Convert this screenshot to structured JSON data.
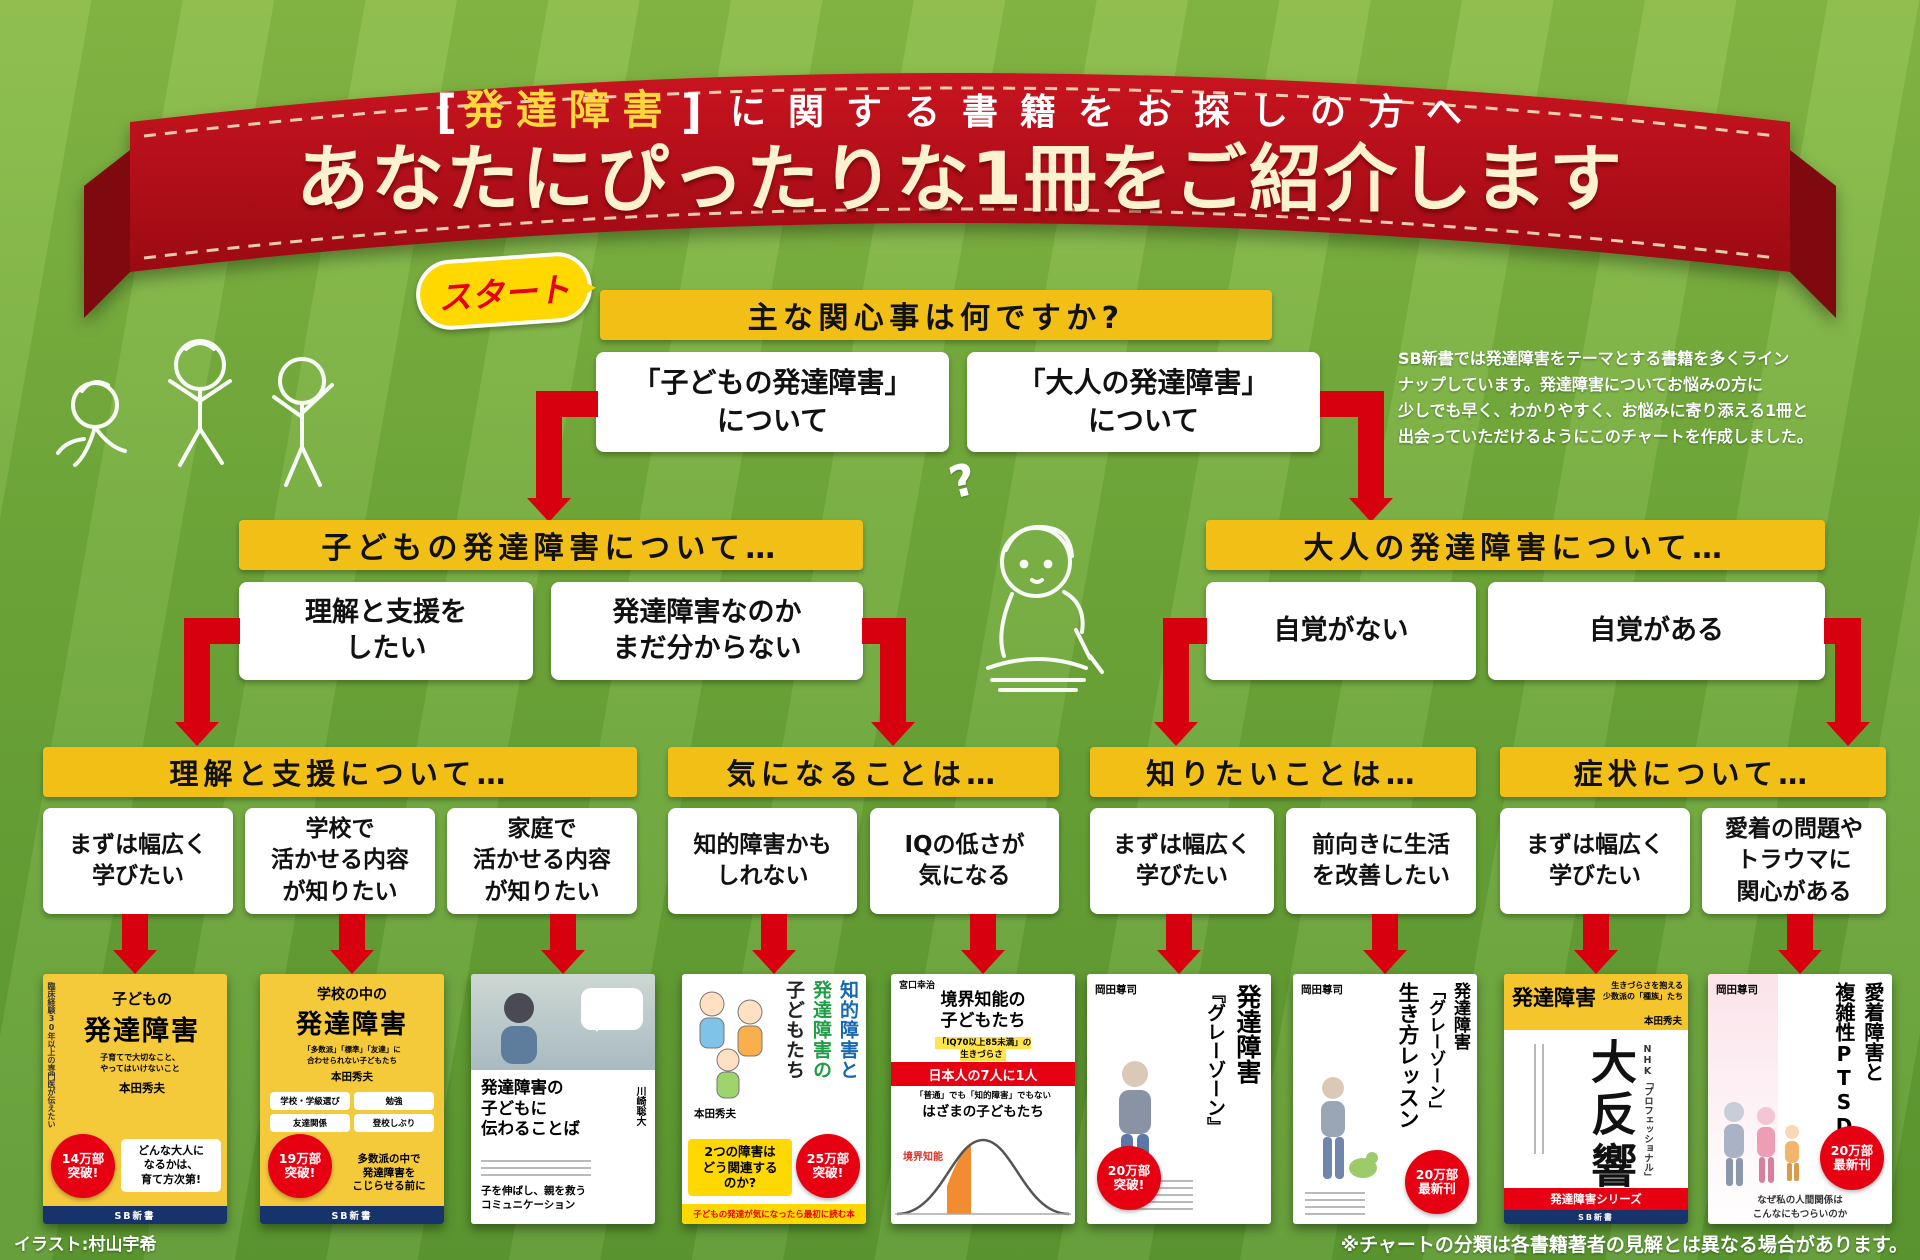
{
  "colors": {
    "accent_red": "#d7000f",
    "accent_yellow": "#f2bf17",
    "grass_green": "#74ac3c",
    "badge_red": "#e60012"
  },
  "banner": {
    "topic_prefix": "[",
    "topic": "発達障害",
    "topic_suffix": "]",
    "subtitle": "に関する書籍をお探しの方へ",
    "title": "あなたにぴったりな1冊をご紹介します"
  },
  "start": {
    "label": "スタート"
  },
  "intro": "SB新書では発達障害をテーマとする書籍を多くライン\nナップしています。発達障害についてお悩みの方に\n少しでも早く、わかりやすく、お悩みに寄り添える1冊と\n出会っていただけるようにこのチャートを作成しました。",
  "boy_qmark": "?",
  "flow": {
    "q_main": "主な関心事は何ですか?",
    "opt_child": "「子どもの発達障害」\nについて",
    "opt_adult": "「大人の発達障害」\nについて",
    "q_child": "子どもの発達障害について…",
    "q_adult": "大人の発達障害について…",
    "opt_support": "理解と支援を\nしたい",
    "opt_notsure": "発達障害なのか\nまだ分からない",
    "opt_unaware": "自覚がない",
    "opt_aware": "自覚がある",
    "q_support": "理解と支援について…",
    "q_concern": "気になることは…",
    "q_want": "知りたいことは…",
    "q_symptom": "症状について…",
    "leaf_broad_child": "まずは幅広く\n学びたい",
    "leaf_school": "学校で\n活かせる内容\nが知りたい",
    "leaf_home": "家庭で\n活かせる内容\nが知りたい",
    "leaf_intellectual": "知的障害かも\nしれない",
    "leaf_iq": "IQの低さが\n気になる",
    "leaf_broad_adult": "まずは幅広く\n学びたい",
    "leaf_improve": "前向きに生活\nを改善したい",
    "leaf_broad_symptom": "まずは幅広く\n学びたい",
    "leaf_attachment": "愛着の問題や\nトラウマに\n関心がある"
  },
  "books": [
    {
      "title_small": "子どもの",
      "title_big": "発達障害",
      "subtitle": "子育てで大切なこと、\nやってはいけないこと",
      "author": "本田秀夫",
      "side_note": "臨床経験30年以上の専門医が伝えたい",
      "catch": "どんな大人に\nなるかは、\n育て方次第!",
      "badge": "14万部\n突破!",
      "imprint": "SB新書"
    },
    {
      "title_small": "学校の中の",
      "title_big": "発達障害",
      "subtitle": "「多数派」「標準」「友達」に\n合わせられない子どもたち",
      "author": "本田秀夫",
      "tags": [
        "学校・学級選び",
        "勉強",
        "友達関係",
        "登校しぶり"
      ],
      "catch": "多数派の中で\n発達障害を\nこじらせる前に",
      "badge": "19万部\n突破!",
      "imprint": "SB新書"
    },
    {
      "title": "発達障害の\n子どもに\n伝わることば",
      "author": "川崎聡大",
      "catch": "子を伸ばし、親を救う\nコミュニケーション"
    },
    {
      "title_a": "知的障害と",
      "title_b": "発達障害の",
      "title_c": "子どもたち",
      "author": "本田秀夫",
      "question": "2つの障害は\nどう関連する\nのか?",
      "badge": "25万部\n突破!",
      "strip": "子どもの発達が気になったら最初に読む本"
    },
    {
      "author": "宮口幸治",
      "title": "境界知能の\n子どもたち",
      "subtitle": "「IQ70以上85未満」の\n生きづらさ",
      "band": "日本人の7人に1人",
      "line1": "「普通」でも「知的障害」でもない",
      "line2": "はざまの子どもたち",
      "chart_label": "境界知能"
    },
    {
      "title_a": "発達障害",
      "title_b": "『グレーゾーン』",
      "author": "岡田尊司",
      "badge": "20万部\n突破!"
    },
    {
      "title_a": "発達障害",
      "title_b": "「グレーゾーン」",
      "title_c": "生き方レッスン",
      "author": "岡田尊司",
      "badge": "20万部\n最新刊"
    },
    {
      "top_title": "発達障害",
      "top_sub": "生きづらさを抱える\n少数派の「種族」たち",
      "author": "本田秀夫",
      "big": "大反響",
      "side": "NHK「プロフェッショナル」",
      "series": "発達障害シリーズ",
      "imprint": "SB新書"
    },
    {
      "title_a": "愛着障害と",
      "title_b": "複雑性PTSD",
      "author": "岡田尊司",
      "badge": "20万部\n最新刊",
      "catch": "なぜ私の人間関係は\nこんなにもつらいのか"
    }
  ],
  "footer": {
    "credit": "イラスト:村山宇希",
    "note": "※チャートの分類は各書籍著者の見解とは異なる場合があります。"
  }
}
